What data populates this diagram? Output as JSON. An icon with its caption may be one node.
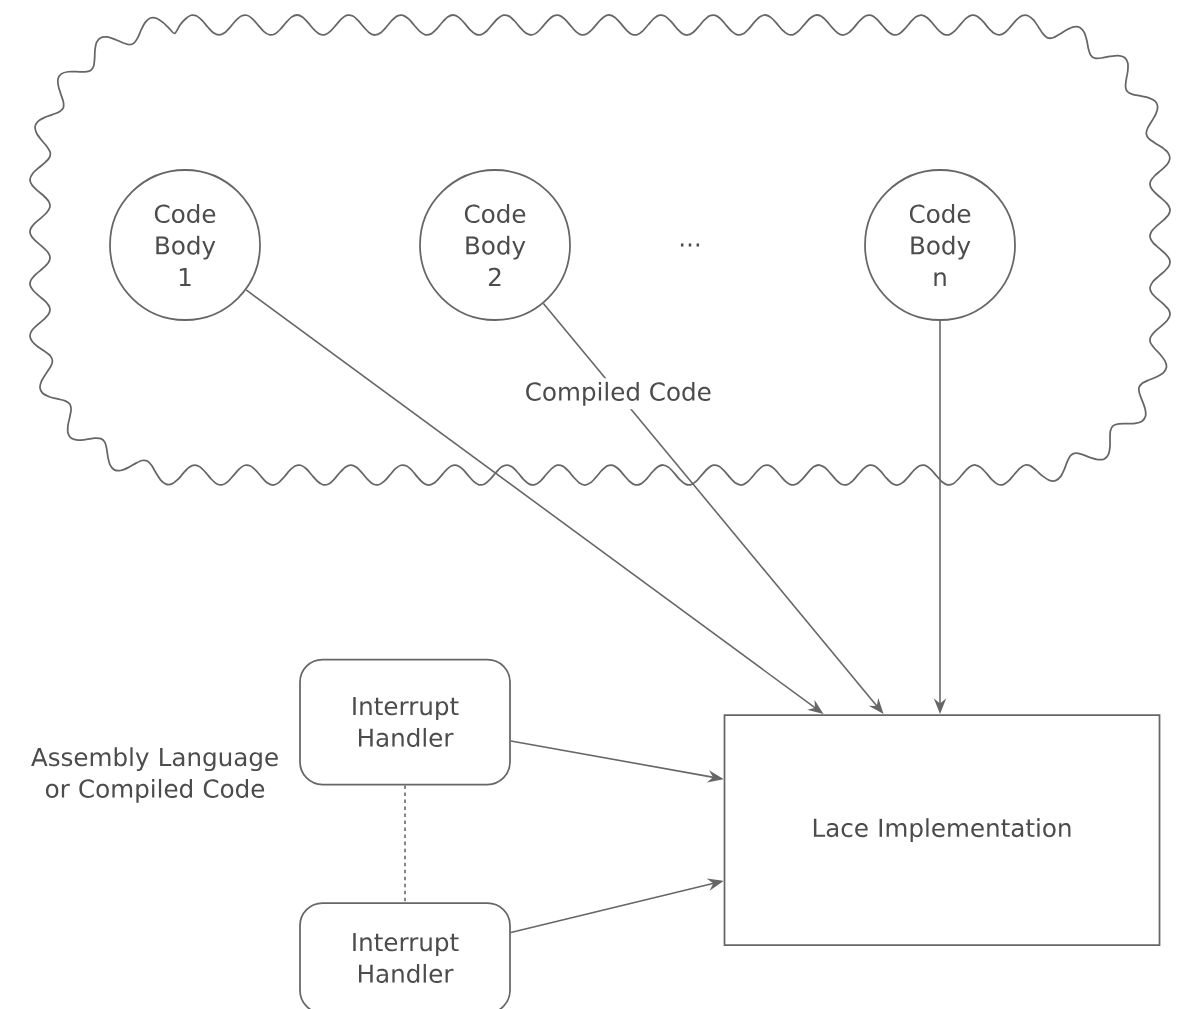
{
  "diagram": {
    "nodes": [
      {
        "text": [],
        "shape": "cloud"
      },
      {
        "text": [
          "Code Body 1"
        ],
        "in": 0
      },
      {
        "text": [
          "Code Body 2"
        ],
        "in": 0
      },
      {
        "text": [
          "Code Body n"
        ],
        "in": 0
      },
      {
        "text": [
          "Interrupt Handler"
        ]
      },
      {
        "text": [
          "Interrupt Handler"
        ]
      },
      {
        "text": [
          "Lace Implementation"
        ]
      }
    ],
    "edges": [
      {
        "from": 1,
        "to": 6,
        "arrow": "to"
      },
      {
        "from": 2,
        "to": 6,
        "arrow": "to",
        "label": "Compiled Code"
      },
      {
        "from": 3,
        "to": 6,
        "arrow": "to"
      },
      {
        "from": 4,
        "to": 6,
        "arrow": "to"
      },
      {
        "from": 5,
        "to": 6,
        "arrow": "to"
      },
      {
        "from": 4,
        "to": 5,
        "arrow": "none",
        "style": "dashed"
      }
    ],
    "labels": [
      "...",
      "Assembly Language or Compiled Code"
    ]
  }
}
